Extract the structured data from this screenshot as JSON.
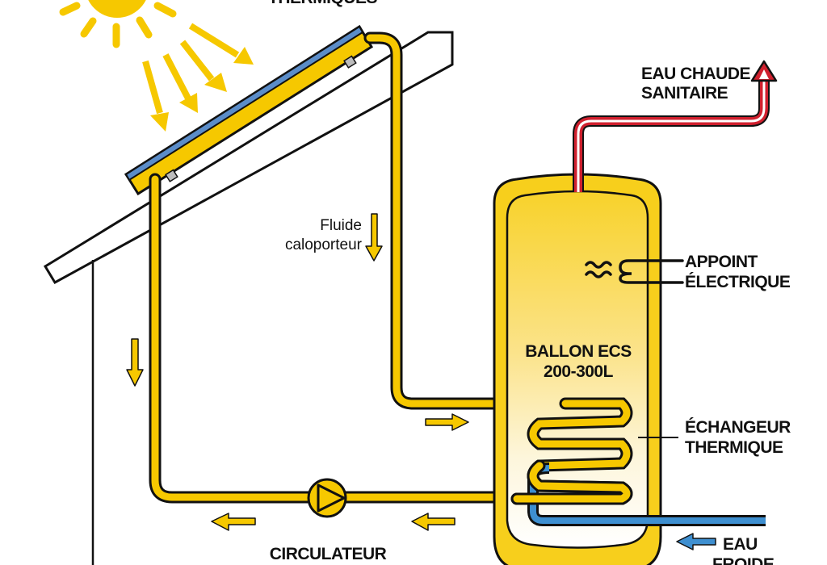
{
  "diagram": {
    "title_partial": "THERMIQUES",
    "labels": {
      "hot_water": [
        "EAU CHAUDE",
        "SANITAIRE"
      ],
      "electric_backup": [
        "APPOINT",
        "ÉLECTRIQUE"
      ],
      "tank": [
        "BALLON ECS",
        "200-300L"
      ],
      "heat_exchanger": [
        "ÉCHANGEUR",
        "THERMIQUE"
      ],
      "cold_water": [
        "EAU",
        "FROIDE"
      ],
      "fluid": [
        "Fluide",
        "caloporteur"
      ],
      "pump": "CIRCULATEUR"
    },
    "colors": {
      "fluid_yellow": "#F6C800",
      "tank_yellow": "#F7CF1C",
      "panel_blue": "#5B8DC9",
      "hot_red": "#D0202E",
      "cold_blue": "#3E8FD0",
      "outline": "#111111"
    }
  }
}
